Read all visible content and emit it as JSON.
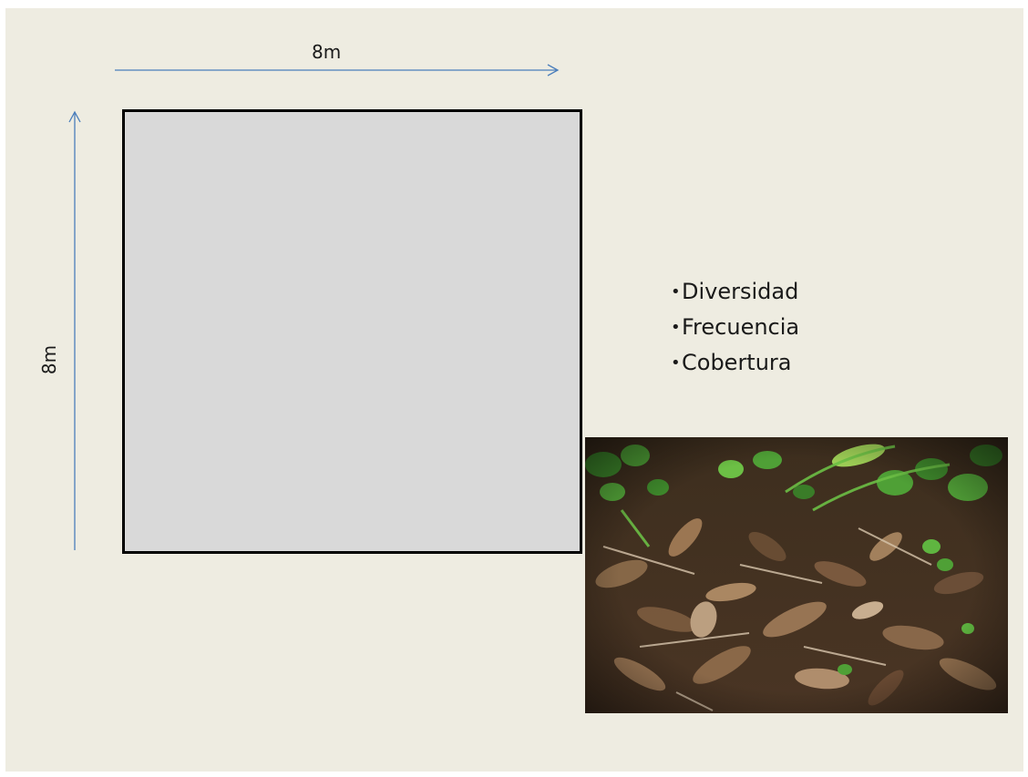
{
  "dimensions": {
    "top_label": "8m",
    "left_label": "8m",
    "arrow_color": "#4a7ebb"
  },
  "plot": {
    "fill_color": "#d9d9d9",
    "border_color": "#000000"
  },
  "bullets": [
    "Diversidad",
    "Frecuencia",
    "Cobertura"
  ],
  "slide": {
    "background": "#eeece1"
  }
}
